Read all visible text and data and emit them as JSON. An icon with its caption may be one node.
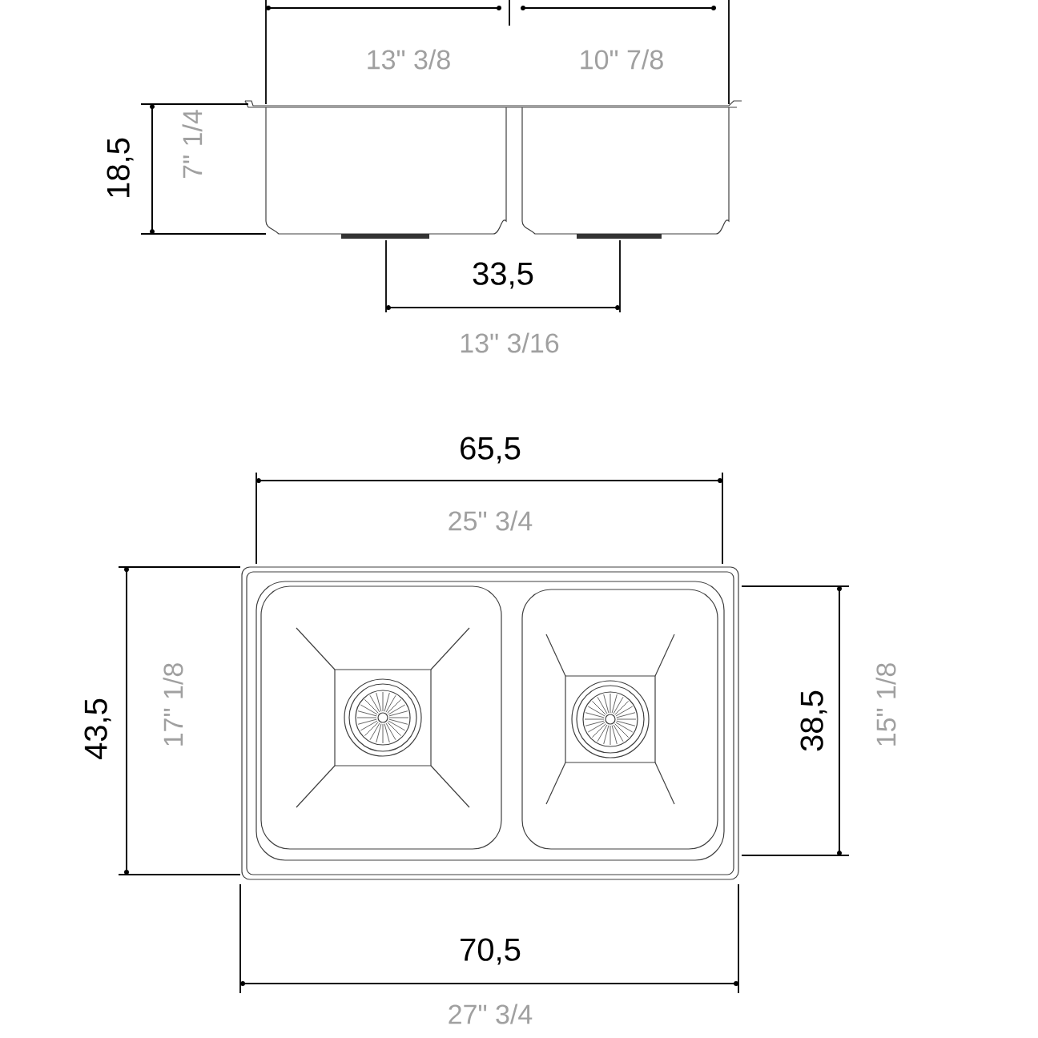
{
  "diagram": {
    "labels": [
      "13\" 3/8",
      "10\" 7/8",
      "18,5",
      "7\" 1/4",
      "33,5",
      "13\" 3/16",
      "65,5",
      "25\" 3/4",
      "43,5",
      "17\" 1/8",
      "38,5",
      "15\" 1/8",
      "70,5",
      "27\" 3/4"
    ]
  }
}
